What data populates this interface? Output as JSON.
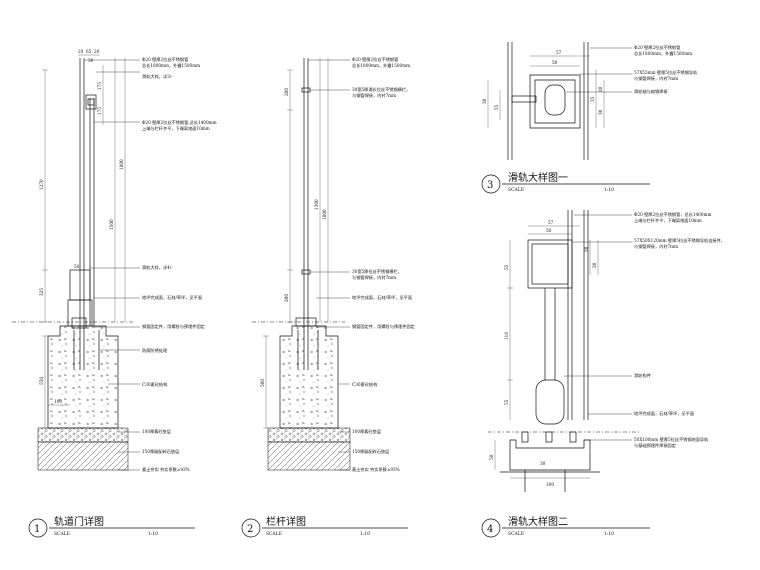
{
  "details": [
    {
      "number": "1",
      "title": "轨道门详图",
      "scale_label": "SCALE",
      "scale_value": "1:10",
      "notes": [
        "Φ20 壁厚2拉丝不锈钢管",
        "总长1800mm，外露1500mm",
        "滑轨大样，详3/-",
        "Φ20 壁厚2拉丝不锈钢管,总长1400mm",
        "上端与栏杆齐平，下端离地面10mm",
        "滑轨大样，详4/-",
        "地坪完成面，石材/草坪，见平面",
        "钢管固定件，用螺栓与预埋件固定",
        "防腐防锈处理",
        "C30素砼结构",
        "100厚素砼垫层",
        "150厚级配碎石垫层",
        "素土夯实  夯实系数≥93%"
      ],
      "dims": [
        "20",
        "65",
        "20",
        "30",
        "1270",
        "1500",
        "1800",
        "175",
        "175",
        "325",
        "50",
        "550",
        "100"
      ]
    },
    {
      "number": "2",
      "title": "栏杆详图",
      "scale_label": "SCALE",
      "scale_value": "1:10",
      "notes": [
        "Φ20 壁厚2拉丝不锈钢管",
        "总长1800mm，外露1500mm",
        "30宽5厚通长拉丝不锈钢横栏，",
        "与钢管焊接，内衬7mm",
        "30宽5厚拉丝不锈钢横栏，",
        "与钢管焊接，内衬7mm",
        "地坪完成面，石材/草坪，见平面",
        "钢管固定件，用螺栓与预埋件固定",
        "C30素砼结构",
        "100厚素砼垫层",
        "150厚级配碎石垫层",
        "素土夯实  夯实系数≥93%"
      ],
      "dims": [
        "200",
        "1300",
        "1800",
        "200",
        "500"
      ]
    },
    {
      "number": "3",
      "title": "滑轨大样图一",
      "scale_label": "SCALE",
      "scale_value": "1:10",
      "notes": [
        "Φ20 壁厚2拉丝不锈钢管",
        "总长1800mm，外露1500mm",
        "57X55mm 壁厚5拉丝不锈钢导轨",
        "与钢管焊接，内衬7mm",
        "滑轮轴与扁钢焊接"
      ],
      "dims": [
        "57",
        "50",
        "30",
        "55",
        "35",
        "20",
        "30"
      ]
    },
    {
      "number": "4",
      "title": "滑轨大样图二",
      "scale_label": "SCALE",
      "scale_value": "1:10",
      "notes": [
        "Φ20 壁厚2拉丝不锈钢管，总长1400mm",
        "上端与栏杆齐平，下端离地面10mm",
        "57X50X120mm 壁厚5拉丝不锈钢导轨连接件，",
        "与钢管焊接，内衬7mm",
        "滑轮构件",
        "地坪完成面，石材/草坪，见平面",
        "50X100mm 壁厚5拉丝不锈钢地面导轨",
        "与基础预埋件焊接固定"
      ],
      "dims": [
        "57",
        "50",
        "20",
        "20",
        "55",
        "110",
        "55",
        "50",
        "100",
        "30"
      ]
    }
  ]
}
